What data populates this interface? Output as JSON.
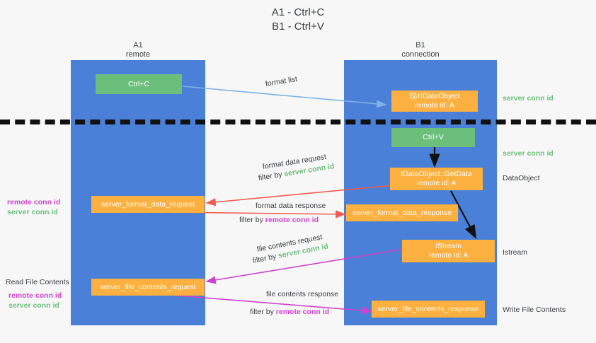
{
  "title": {
    "line1": "A1 - Ctrl+C",
    "line2": "B1 - Ctrl+V"
  },
  "columns": [
    {
      "name": "A1",
      "subtitle": "remote"
    },
    {
      "name": "B1",
      "subtitle": "connection"
    }
  ],
  "nodes": {
    "ctrl_c": {
      "line1": "Ctrl+C",
      "line2": "",
      "color": "#6cbf7b"
    },
    "clipboard_idataobject": {
      "line1": "仅⁄rIDataObject",
      "line2": "remote id: A",
      "color": "#fbb040"
    },
    "ctrl_v": {
      "line1": "Ctrl+V",
      "line2": "",
      "color": "#6cbf7b"
    },
    "getdata": {
      "line1": "IDataObject::GetData",
      "line2": "remote id: A",
      "color": "#fbb040"
    },
    "istream": {
      "line1": "IStream",
      "line2": "remote id: A",
      "color": "#fbb040"
    },
    "server_format_data_request": {
      "line1": "server_format_data_request",
      "line2": "",
      "color": "#fbb040"
    },
    "server_format_data_response": {
      "line1": "server_format_data_response",
      "line2": "",
      "color": "#fbb040"
    },
    "server_file_contents_request": {
      "line1": "server_file_contents_request",
      "line2": "",
      "color": "#fbb040"
    },
    "server_file_contents_response": {
      "line1": "server_file_contents_response",
      "line2": "",
      "color": "#fbb040"
    }
  },
  "edge_labels": {
    "format_list": "format list",
    "format_data_request": "format data request",
    "format_data_request_filter_prefix": "filter by ",
    "format_data_request_filter_value": "server conn id",
    "format_data_response": "format data response",
    "format_data_response_filter_prefix": "filter by ",
    "format_data_response_filter_value": "remote conn id",
    "file_contents_request": "file contents request",
    "file_contents_request_filter_prefix": "filter by ",
    "file_contents_request_filter_value": "server conn id",
    "file_contents_response": "file contents response",
    "file_contents_response_filter_prefix": "filter by ",
    "file_contents_response_filter_value": "remote conn id"
  },
  "annotations": {
    "right_server_conn_id_top": "server conn id",
    "right_server_conn_id_mid": "server conn id",
    "right_dataobject": "DataObject",
    "right_istream": "Istream",
    "right_write_file_contents": "Write File Contents",
    "left_remote_conn_id_1": "remote conn id",
    "left_server_conn_id_1": "server conn id",
    "left_read_file_contents": "Read File Contents",
    "left_remote_conn_id_2": "remote conn id",
    "left_server_conn_id_2": "server conn id"
  },
  "colors": {
    "column": "#4a80d8",
    "green": "#6cbf7b",
    "orange": "#fbb040",
    "green_text": "#6cbf7b",
    "magenta_text": "#cc44cc",
    "arrow_blue": "#7fb2e5",
    "arrow_red": "#ee5c52",
    "arrow_magenta": "#cc44cc",
    "arrow_dark": "#111111",
    "background": "#f7f7f7"
  }
}
